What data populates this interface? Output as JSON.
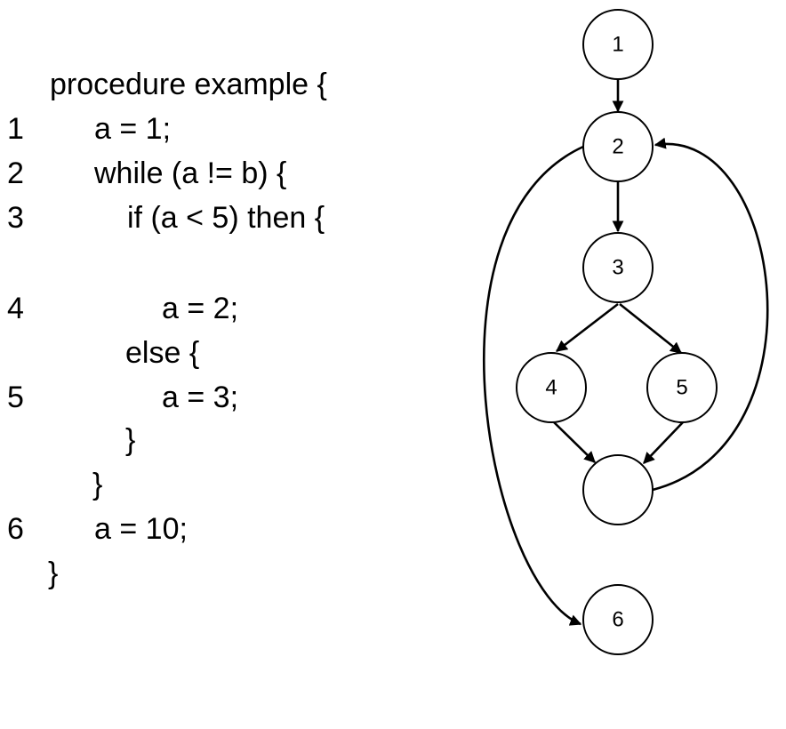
{
  "code": {
    "lines": [
      {
        "number": "",
        "text": "procedure example {"
      },
      {
        "number": "1",
        "text": "a = 1;"
      },
      {
        "number": "2",
        "text": "while (a != b) {"
      },
      {
        "number": "3",
        "text": "if (a < 5) then {"
      },
      {
        "number": "4",
        "text": "a = 2;"
      },
      {
        "number": "",
        "text": "else {"
      },
      {
        "number": "5",
        "text": "a = 3;"
      },
      {
        "number": "",
        "text": "}"
      },
      {
        "number": "",
        "text": "}"
      },
      {
        "number": "6",
        "text": "a = 10;"
      },
      {
        "number": "",
        "text": "}"
      }
    ]
  },
  "graph": {
    "nodes": [
      {
        "id": "n1",
        "label": "1"
      },
      {
        "id": "n2",
        "label": "2"
      },
      {
        "id": "n3",
        "label": "3"
      },
      {
        "id": "n4",
        "label": "4"
      },
      {
        "id": "n5",
        "label": "5"
      },
      {
        "id": "join",
        "label": ""
      },
      {
        "id": "n6",
        "label": "6"
      }
    ],
    "edges": [
      {
        "from": "n1",
        "to": "n2"
      },
      {
        "from": "n2",
        "to": "n3"
      },
      {
        "from": "n3",
        "to": "n4"
      },
      {
        "from": "n3",
        "to": "n5"
      },
      {
        "from": "n4",
        "to": "join"
      },
      {
        "from": "n5",
        "to": "join"
      },
      {
        "from": "join",
        "to": "n2"
      },
      {
        "from": "n2",
        "to": "n6"
      }
    ]
  }
}
